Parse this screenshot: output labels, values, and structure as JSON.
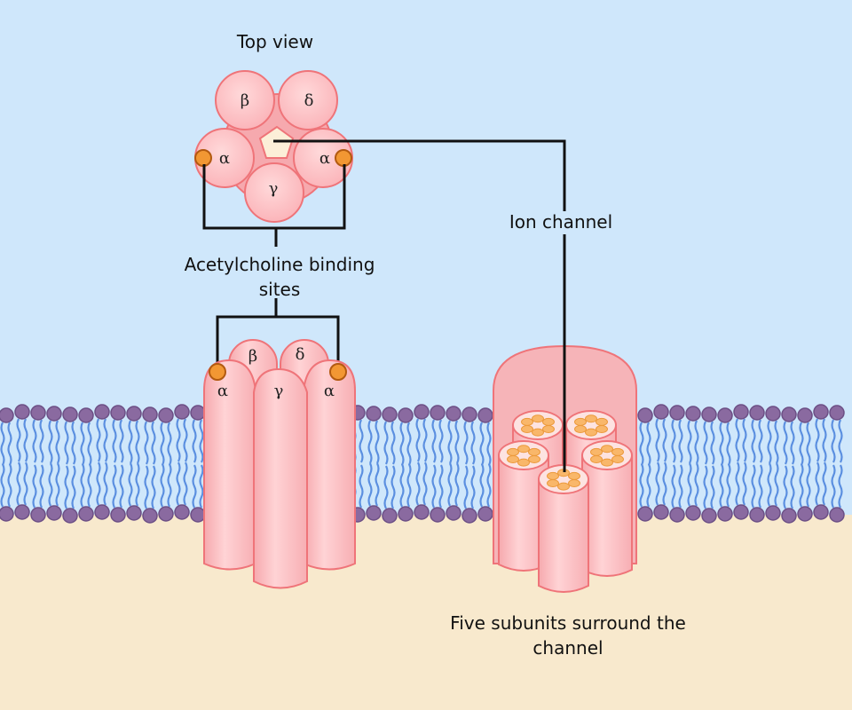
{
  "labels": {
    "top_view": "Top view",
    "binding_sites": "Acetylcholine binding\nsites",
    "ion_channel": "Ion channel",
    "five_subunits": "Five subunits surround the\nchannel"
  },
  "subunits": {
    "alpha": "α",
    "beta": "β",
    "gamma": "γ",
    "delta": "δ"
  },
  "colors": {
    "extracellular": "#cfe7fb",
    "cytoplasm": "#f8e9cd",
    "subunit_fill": "#fbbcc0",
    "subunit_stroke": "#ef7479",
    "binding_site": "#f29733",
    "lipid_head": "#8a6aa0",
    "lipid_tail": "#5b8fe0",
    "channel_pore": "#fcefd8"
  }
}
